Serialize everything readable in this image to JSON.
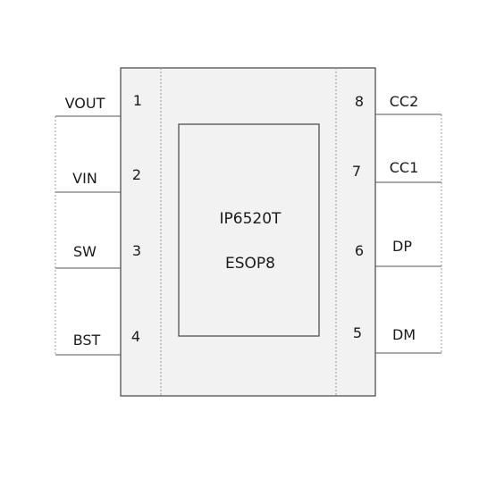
{
  "chip": {
    "part_number": "IP6520T",
    "package": "ESOP8"
  },
  "pins_left": [
    {
      "number": "1",
      "name": "VOUT"
    },
    {
      "number": "2",
      "name": "VIN"
    },
    {
      "number": "3",
      "name": "SW"
    },
    {
      "number": "4",
      "name": "BST"
    }
  ],
  "pins_right": [
    {
      "number": "8",
      "name": "CC2"
    },
    {
      "number": "7",
      "name": "CC1"
    },
    {
      "number": "6",
      "name": "DP"
    },
    {
      "number": "5",
      "name": "DM"
    }
  ],
  "colors": {
    "body_fill": "#f2f2f2",
    "outline": "#444444",
    "dashed_line": "#9a9a9a",
    "lead_line": "#555555"
  }
}
